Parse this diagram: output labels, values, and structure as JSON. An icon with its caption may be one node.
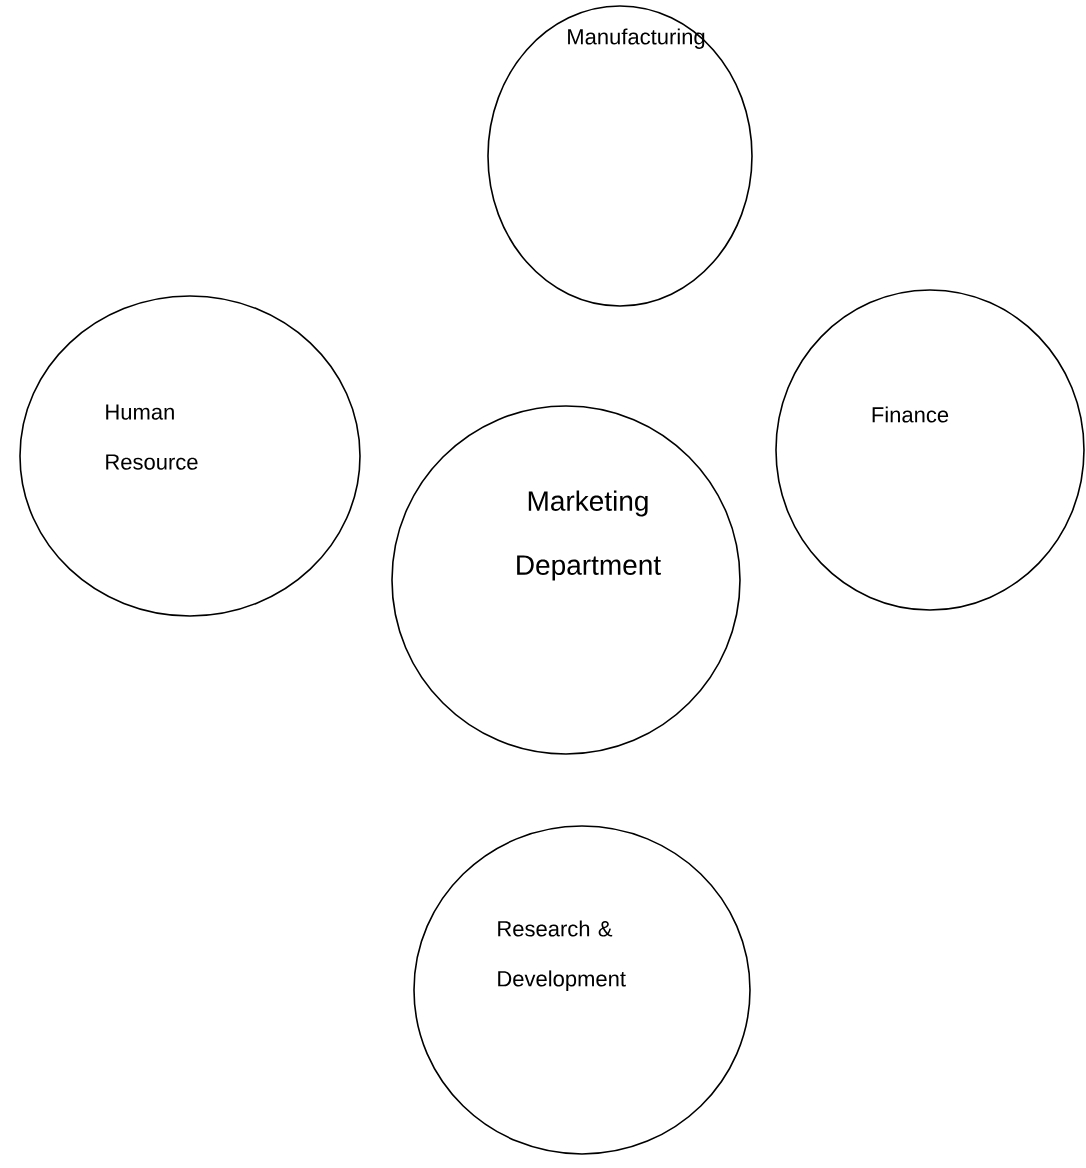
{
  "diagram": {
    "nodes": [
      {
        "text": [
          "Manufacturing"
        ]
      },
      {
        "text": [
          "Human Resource"
        ]
      },
      {
        "text": [
          "Finance"
        ]
      },
      {
        "text": [
          "Marketing Department"
        ]
      },
      {
        "text": [
          "Research & Development"
        ]
      }
    ]
  }
}
